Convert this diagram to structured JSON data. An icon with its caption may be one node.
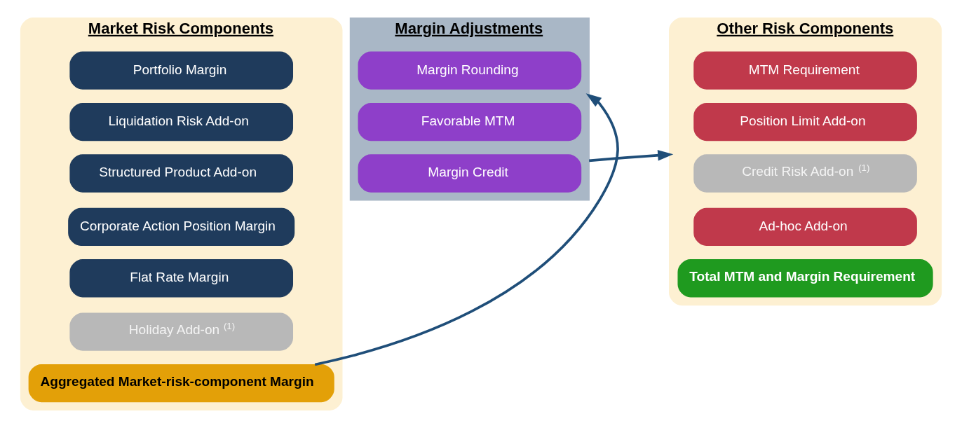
{
  "diagram": {
    "nodes": [
      {
        "text": [
          "Market Risk Components"
        ]
      },
      {
        "text": [
          "Portfolio Margin"
        ],
        "in": 0
      },
      {
        "text": [
          "Liquidation Risk Add-on"
        ],
        "in": 0
      },
      {
        "text": [
          "Structured Product Add-on"
        ],
        "in": 0
      },
      {
        "text": [
          "Corporate Action Position Margin"
        ],
        "in": 0
      },
      {
        "text": [
          "Flat Rate Margin"
        ],
        "in": 0
      },
      {
        "text": [
          "Holiday Add-on$^{(1)}$"
        ],
        "in": 0
      },
      {
        "text": [
          "Aggregated Market-risk-component Margin"
        ],
        "in": 0
      },
      {
        "text": [
          "Margin Adjustments"
        ]
      },
      {
        "text": [
          "Margin Rounding"
        ],
        "in": 8
      },
      {
        "text": [
          "Favorable MTM"
        ],
        "in": 8
      },
      {
        "text": [
          "Margin Credit"
        ],
        "in": 8
      },
      {
        "text": [
          "Other Risk Components"
        ]
      },
      {
        "text": [
          "MTM Requirement"
        ],
        "in": 12
      },
      {
        "text": [
          "Position Limit Add-on"
        ],
        "in": 12
      },
      {
        "text": [
          "Credit Risk Add-on$^{(1)}$"
        ],
        "in": 12
      },
      {
        "text": [
          "Ad-hoc Add-on"
        ],
        "in": 12
      },
      {
        "text": [
          "Total MTM and Margin Requirement"
        ],
        "in": 12
      }
    ],
    "edges": [
      {
        "from": 7,
        "to": 8,
        "arrow": "to"
      },
      {
        "from": 8,
        "to": 12,
        "arrow": "to"
      }
    ]
  }
}
